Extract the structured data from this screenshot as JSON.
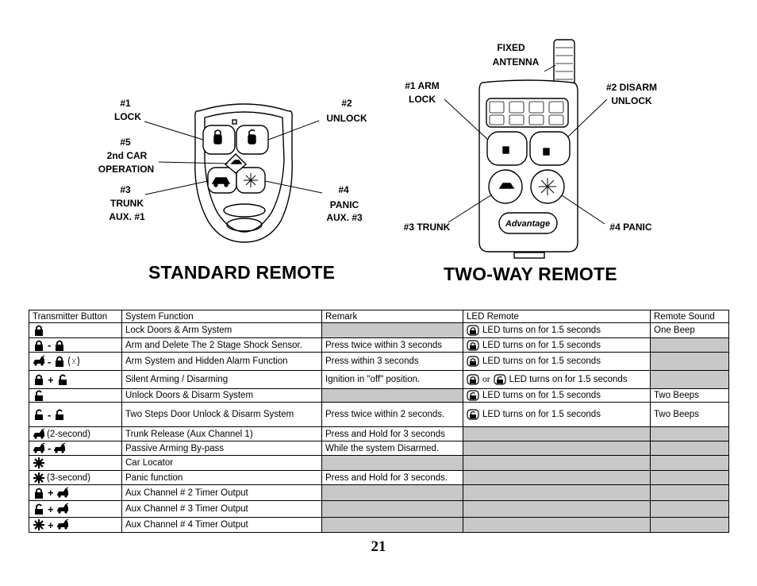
{
  "standard_remote": {
    "title": "STANDARD REMOTE",
    "labels": {
      "b1_num": "#1",
      "b1_name": "LOCK",
      "b2_num": "#2",
      "b2_name": "UNLOCK",
      "b5_num": "#5",
      "b5_line1": "2nd CAR",
      "b5_line2": "OPERATION",
      "b3_num": "#3",
      "b3_line1": "TRUNK",
      "b3_line2": "AUX. #1",
      "b4_num": "#4",
      "b4_line1": "PANIC",
      "b4_line2": "AUX. #3"
    }
  },
  "two_way_remote": {
    "title": "TWO-WAY REMOTE",
    "brand": "Advantage",
    "labels": {
      "antenna_line1": "FIXED",
      "antenna_line2": "ANTENNA",
      "b1_line1": "#1 ARM",
      "b1_line2": "LOCK",
      "b2_line1": "#2 DISARM",
      "b2_line2": "UNLOCK",
      "b3": "#3 TRUNK",
      "b4": "#4 PANIC"
    }
  },
  "table": {
    "headers": [
      "Transmitter Button",
      "System Function",
      "Remark",
      "LED Remote",
      "Remote Sound"
    ],
    "rows": [
      {
        "button_icons": [
          "lock-closed-icon"
        ],
        "button_text": "",
        "function": "Lock Doors & Arm System",
        "remark": "",
        "led": "LED turns on for 1.5 seconds",
        "led_icon": "led-lock-icon",
        "sound": "One Beep"
      },
      {
        "button_icons": [
          "lock-closed-icon",
          "-",
          "lock-closed-icon"
        ],
        "button_text": "",
        "function": "Arm and Delete The 2 Stage Shock Sensor.",
        "remark": "Press twice within 3 seconds",
        "led": "LED turns on for 1.5 seconds",
        "led_icon": "led-lock-icon",
        "sound": ""
      },
      {
        "button_icons": [
          "trunk-car-icon",
          "-",
          "lock-closed-icon",
          "sound-wave-icon"
        ],
        "button_text": "",
        "function": "Arm System and Hidden Alarm Function",
        "remark": "Press within 3 seconds",
        "led": "LED turns on for 1.5 seconds",
        "led_icon": "led-lock-icon",
        "sound": ""
      },
      {
        "button_icons": [
          "lock-closed-icon",
          "+",
          "lock-open-icon"
        ],
        "button_text": "",
        "function": "Silent Arming / Disarming",
        "remark": "Ignition in \"off\" position.",
        "led": "LED turns on for 1.5 seconds",
        "led_or": "or",
        "led_icon": "led-lock-icon",
        "sound": ""
      },
      {
        "button_icons": [
          "lock-open-icon"
        ],
        "button_text": "",
        "function": "Unlock Doors & Disarm System",
        "remark": "",
        "led": "LED turns on for 1.5 seconds",
        "led_icon": "led-unlock-icon",
        "sound": "Two Beeps"
      },
      {
        "button_icons": [
          "lock-open-icon",
          "-",
          "lock-open-icon"
        ],
        "button_text": "",
        "function": "Two Steps Door Unlock & Disarm System",
        "remark": "Press twice within 2 seconds.",
        "led": "LED turns on for 1.5 seconds",
        "led_icon": "led-unlock-icon",
        "sound": "Two Beeps"
      },
      {
        "button_icons": [
          "trunk-car-icon"
        ],
        "button_text": "(2-second)",
        "function": "Trunk Release (Aux Channel 1)",
        "remark": "Press and Hold for 3 seconds",
        "led": "",
        "led_icon": "",
        "sound": ""
      },
      {
        "button_icons": [
          "trunk-car-icon",
          "-",
          "trunk-car-icon"
        ],
        "button_text": "",
        "function": "Passive Arming By-pass",
        "remark": "While the system Disarmed.",
        "led": "",
        "led_icon": "",
        "sound": ""
      },
      {
        "button_icons": [
          "panic-star-icon"
        ],
        "button_text": "",
        "function": "Car Locator",
        "remark": "",
        "led": "",
        "led_icon": "",
        "sound": ""
      },
      {
        "button_icons": [
          "panic-star-icon"
        ],
        "button_text": "(3-second)",
        "function": "Panic function",
        "remark": "Press and Hold for 3 seconds.",
        "led": "",
        "led_icon": "",
        "sound": ""
      },
      {
        "button_icons": [
          "lock-closed-icon",
          "+",
          "trunk-car-icon"
        ],
        "button_text": "",
        "function": "Aux Channel # 2 Timer Output",
        "remark": "",
        "led": "",
        "led_icon": "",
        "sound": ""
      },
      {
        "button_icons": [
          "lock-open-icon",
          "+",
          "trunk-car-icon"
        ],
        "button_text": "",
        "function": "Aux Channel # 3 Timer Output",
        "remark": "",
        "led": "",
        "led_icon": "",
        "sound": ""
      },
      {
        "button_icons": [
          "panic-star-icon",
          "+",
          "trunk-car-icon"
        ],
        "button_text": "",
        "function": "Aux Channel # 4 Timer Output",
        "remark": "",
        "led": "",
        "led_icon": "",
        "sound": ""
      }
    ]
  },
  "page_number": "21"
}
